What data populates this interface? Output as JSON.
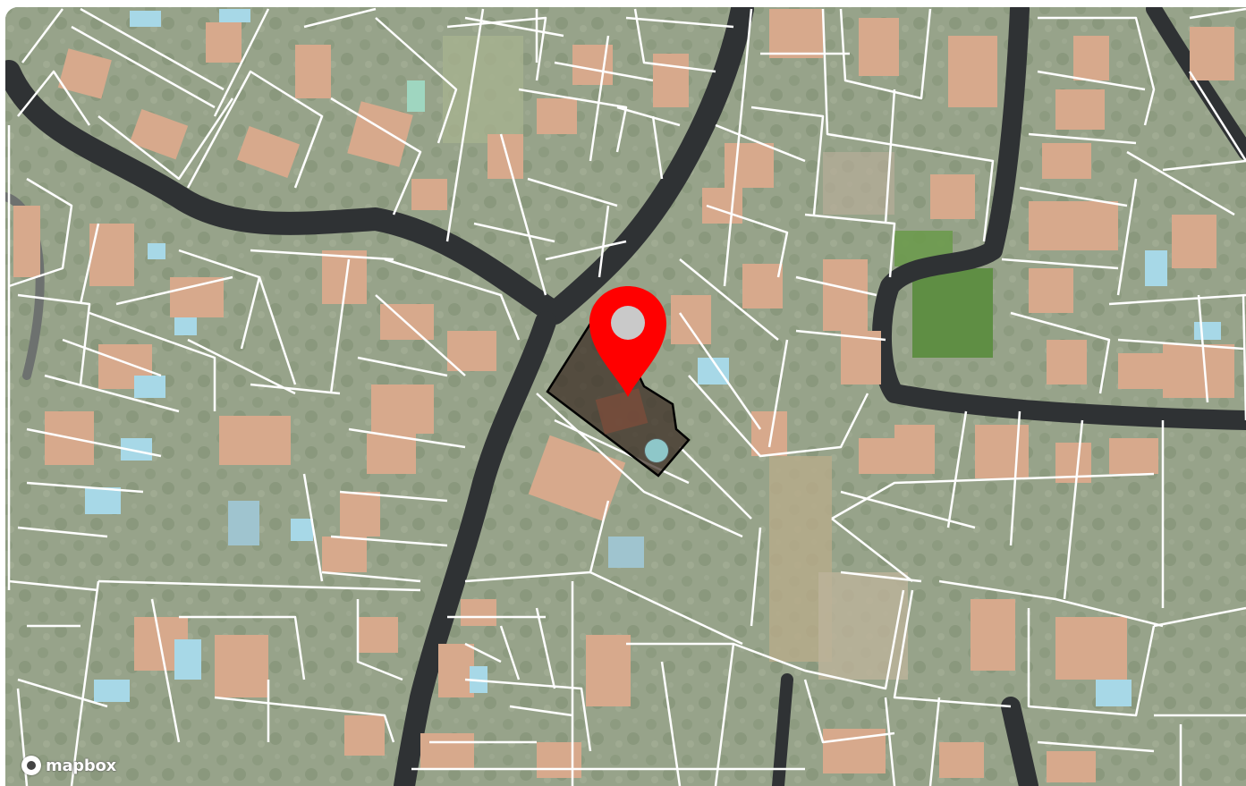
{
  "map": {
    "style": "satellite-with-cadastre",
    "attribution_logo": "mapbox-logo",
    "attribution_text": "mapbox",
    "marker_icon": "map-pin-icon",
    "colors": {
      "vegetation": "#8d9a7f",
      "road": "#2f3133",
      "parcel_line": "#ffffff",
      "roof": "#d4a88a",
      "pool": "#a9d8e8",
      "marker": "#ff0000",
      "selected_parcel_fill": "#3a2b22",
      "selected_parcel_border": "#000000"
    }
  }
}
